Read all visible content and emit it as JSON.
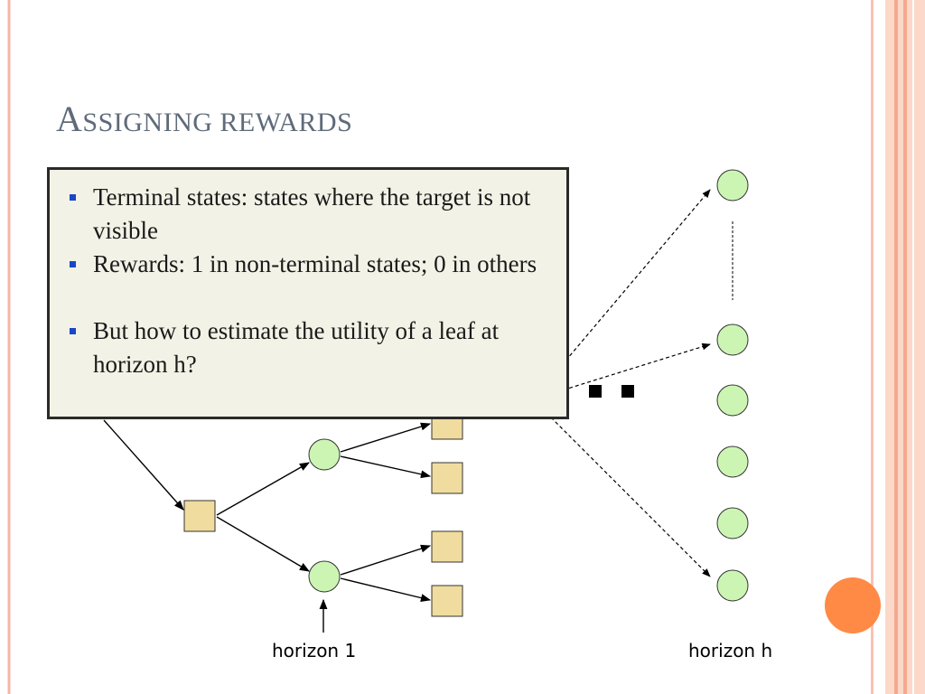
{
  "slide": {
    "title_first": "A",
    "title_rest": "ssigning rewards"
  },
  "bullets": [
    "Terminal states: states where the target is not visible",
    "Rewards: 1 in non-terminal states; 0 in others",
    "But how to estimate the utility of a leaf at horizon h?"
  ],
  "labels": {
    "horizon_1": "horizon 1",
    "horizon_h": "horizon h"
  },
  "colors": {
    "state_fill": "#ccf5b4",
    "action_fill": "#f0dc9e",
    "accent_circle": "#ff8a45",
    "border_stripe": "#f7b8a0",
    "bullet": "#1a46c8"
  }
}
